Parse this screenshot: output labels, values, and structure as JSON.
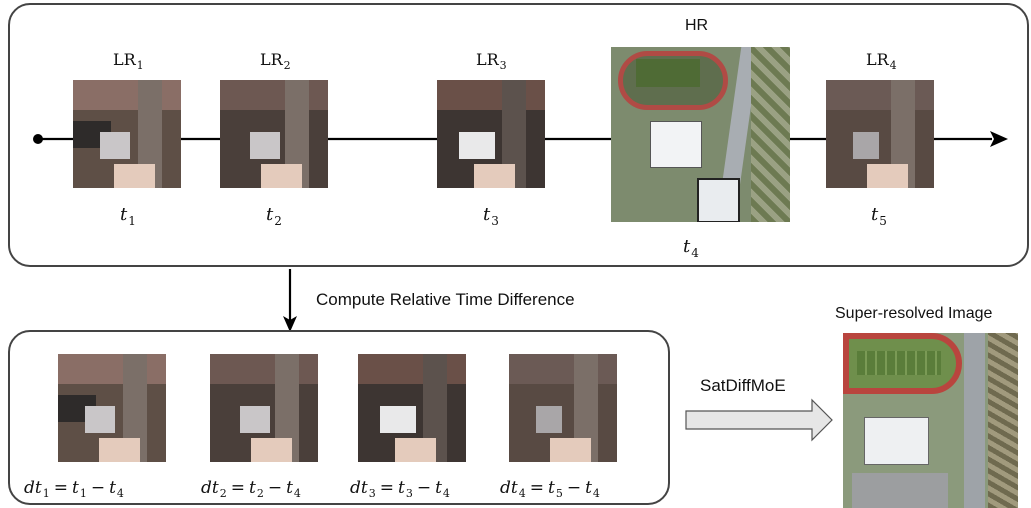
{
  "top_panel": {
    "hr_title": "HR",
    "frames": [
      {
        "label": "LR",
        "label_sub": "1",
        "time": "t",
        "time_sub": "1"
      },
      {
        "label": "LR",
        "label_sub": "2",
        "time": "t",
        "time_sub": "2"
      },
      {
        "label": "LR",
        "label_sub": "3",
        "time": "t",
        "time_sub": "3"
      },
      {
        "label": "LR",
        "label_sub": "4",
        "time": "t",
        "time_sub": "5"
      }
    ],
    "hr_time": "t",
    "hr_time_sub": "4"
  },
  "arrow_caption": "Compute Relative Time Difference",
  "bottom_panel": {
    "equations": [
      {
        "dt": "dt",
        "dt_sub": "1",
        "t": "t",
        "t_sub": "1",
        "tr": "t",
        "tr_sub": "4"
      },
      {
        "dt": "dt",
        "dt_sub": "2",
        "t": "t",
        "t_sub": "2",
        "tr": "t",
        "tr_sub": "4"
      },
      {
        "dt": "dt",
        "dt_sub": "3",
        "t": "t",
        "t_sub": "3",
        "tr": "t",
        "tr_sub": "4"
      },
      {
        "dt": "dt",
        "dt_sub": "4",
        "t": "t",
        "t_sub": "5",
        "tr": "t",
        "tr_sub": "4"
      }
    ],
    "eq_symbol": "=",
    "minus_symbol": "−"
  },
  "model_label": "SatDiffMoE",
  "output_title": "Super-resolved Image",
  "colors": {
    "border": "#444444",
    "arrow": "#000000",
    "track": "#b04b45",
    "hollow_arrow_fill": "#e6e6e6"
  },
  "icons": {
    "timeline_start": "dot",
    "timeline_end": "arrowhead"
  }
}
